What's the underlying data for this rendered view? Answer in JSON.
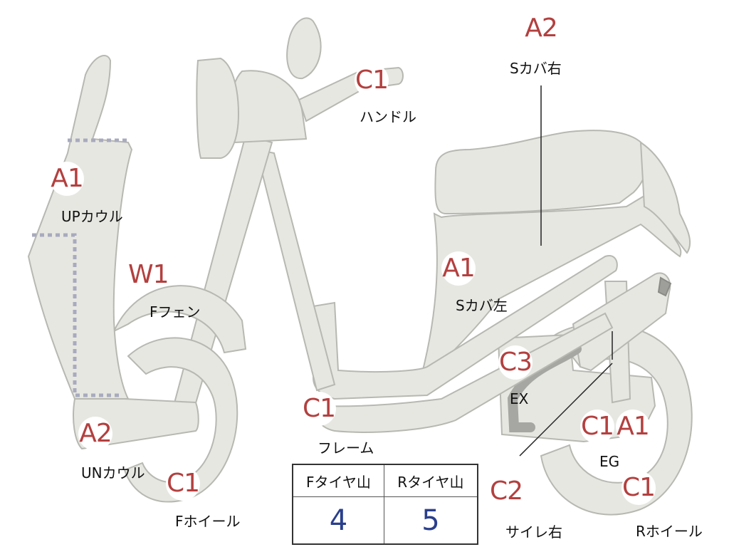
{
  "colors": {
    "part_fill": "#e7e7e2",
    "part_stroke": "#b8b8b2",
    "code_red": "#b3403f",
    "value_blue": "#2a3f8c",
    "dash": "#a8abbe"
  },
  "callouts": {
    "handle": {
      "code": "C1",
      "label": "ハンドル"
    },
    "side_cover_right": {
      "code": "A2",
      "label": "Sカバ右"
    },
    "upper_cowl": {
      "code": "A1",
      "label": "UPカウル"
    },
    "front_fender": {
      "code": "W1",
      "label": "Fフェン"
    },
    "side_cover_left": {
      "code": "A1",
      "label": "Sカバ左"
    },
    "exhaust": {
      "code": "C3",
      "label": "EX"
    },
    "frame": {
      "code": "C1",
      "label": "フレーム"
    },
    "under_cowl": {
      "code": "A2",
      "label": "UNカウル"
    },
    "front_wheel": {
      "code": "C1",
      "label": "Fホイール"
    },
    "engine": {
      "codes": [
        "C1",
        "A1"
      ],
      "label": "EG"
    },
    "muffler_right": {
      "code": "C2",
      "label": "サイレ右"
    },
    "rear_wheel": {
      "code": "C1",
      "label": "Rホイール"
    }
  },
  "tread_table": {
    "headers": [
      "Fタイヤ山",
      "Rタイヤ山"
    ],
    "values": [
      "4",
      "5"
    ]
  }
}
